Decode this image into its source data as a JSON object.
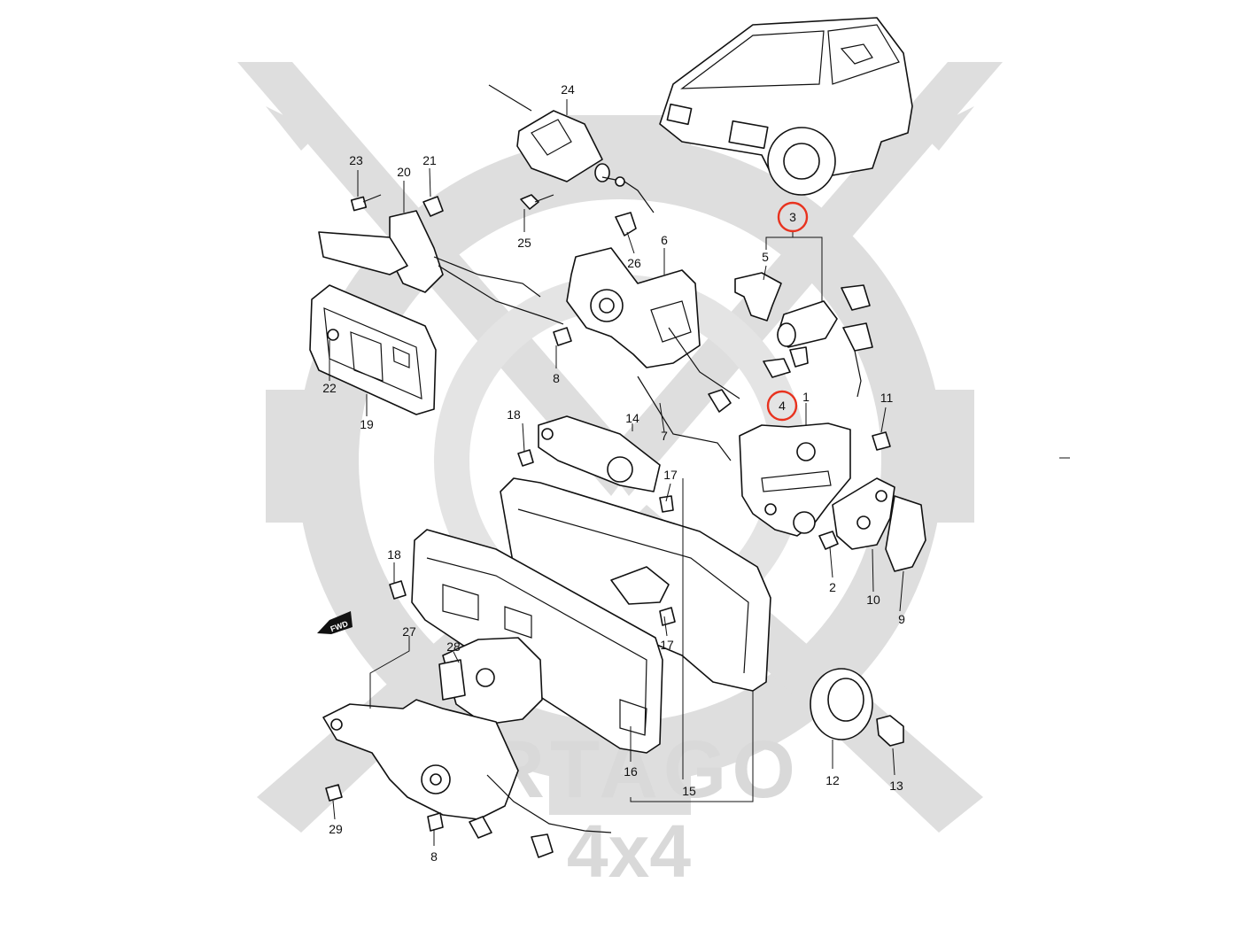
{
  "diagram": {
    "watermark": {
      "brand": "ARTAGO",
      "sub": "4x4"
    },
    "direction_tag": "FWD",
    "highlight_color": "#e8321e",
    "parts": [
      {
        "num": "1"
      },
      {
        "num": "2"
      },
      {
        "num": "3",
        "highlighted": true
      },
      {
        "num": "4",
        "highlighted": true
      },
      {
        "num": "5"
      },
      {
        "num": "6"
      },
      {
        "num": "7"
      },
      {
        "num": "8"
      },
      {
        "num": "9"
      },
      {
        "num": "10"
      },
      {
        "num": "11"
      },
      {
        "num": "12"
      },
      {
        "num": "13"
      },
      {
        "num": "14"
      },
      {
        "num": "15"
      },
      {
        "num": "16"
      },
      {
        "num": "17"
      },
      {
        "num": "18"
      },
      {
        "num": "19"
      },
      {
        "num": "20"
      },
      {
        "num": "21"
      },
      {
        "num": "22"
      },
      {
        "num": "23"
      },
      {
        "num": "24"
      },
      {
        "num": "25"
      },
      {
        "num": "26"
      },
      {
        "num": "27"
      },
      {
        "num": "28"
      },
      {
        "num": "29"
      }
    ]
  }
}
